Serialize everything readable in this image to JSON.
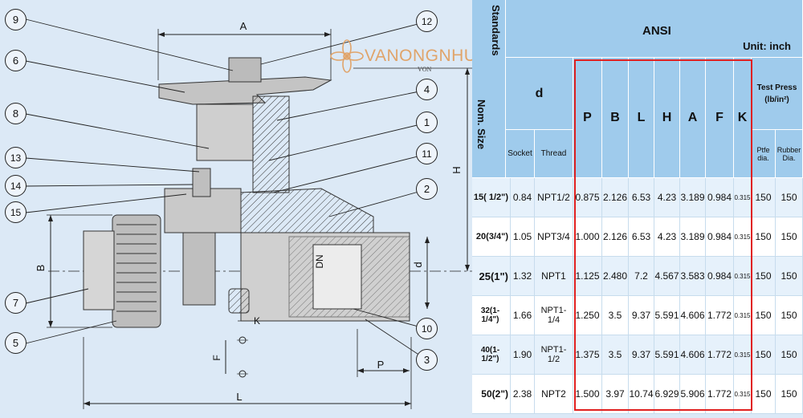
{
  "watermark": {
    "text": "VANONGNHUA.VN",
    "subtext": "VON",
    "color": "#e0a46a"
  },
  "drawing": {
    "callouts": [
      "9",
      "6",
      "8",
      "13",
      "14",
      "15",
      "7",
      "5",
      "12",
      "4",
      "1",
      "11",
      "2",
      "10",
      "3"
    ],
    "dims": {
      "A": "A",
      "H": "H",
      "B": "B",
      "DN": "DN",
      "d": "d",
      "K": "K",
      "F": "F",
      "L": "L",
      "P": "P"
    }
  },
  "table": {
    "standards": "Standards",
    "nom_size": "Nom. Size",
    "ansi": "ANSI",
    "unit": "Unit: inch",
    "d": "d",
    "socket": "Socket",
    "thread": "Thread",
    "cols": [
      "P",
      "B",
      "L",
      "H",
      "A",
      "F",
      "K"
    ],
    "test_press": "Test Press",
    "test_press_unit": "(lb/in²)",
    "ptfe": "Ptfe dia.",
    "rubber": "Rubber Dia.",
    "rows": [
      {
        "size": "15( 1/2\")",
        "socket": "0.84",
        "thread": "NPT1/2",
        "P": "0.875",
        "B": "2.126",
        "L": "6.53",
        "H": "4.23",
        "A": "3.189",
        "F": "0.984",
        "K": "0.315",
        "ptfe": "150",
        "rubber": "150"
      },
      {
        "size": "20(3/4\")",
        "socket": "1.05",
        "thread": "NPT3/4",
        "P": "1.000",
        "B": "2.126",
        "L": "6.53",
        "H": "4.23",
        "A": "3.189",
        "F": "0.984",
        "K": "0.315",
        "ptfe": "150",
        "rubber": "150"
      },
      {
        "size": "25(1\")",
        "socket": "1.32",
        "thread": "NPT1",
        "P": "1.125",
        "B": "2.480",
        "L": "7.2",
        "H": "4.567",
        "A": "3.583",
        "F": "0.984",
        "K": "0.315",
        "ptfe": "150",
        "rubber": "150"
      },
      {
        "size": "32(1-1/4\")",
        "socket": "1.66",
        "thread": "NPT1-1/4",
        "P": "1.250",
        "B": "3.5",
        "L": "9.37",
        "H": "5.591",
        "A": "4.606",
        "F": "1.772",
        "K": "0.315",
        "ptfe": "150",
        "rubber": "150"
      },
      {
        "size": "40(1-1/2\")",
        "socket": "1.90",
        "thread": "NPT1-1/2",
        "P": "1.375",
        "B": "3.5",
        "L": "9.37",
        "H": "5.591",
        "A": "4.606",
        "F": "1.772",
        "K": "0.315",
        "ptfe": "150",
        "rubber": "150"
      },
      {
        "size": "50(2\")",
        "socket": "2.38",
        "thread": "NPT2",
        "P": "1.500",
        "B": "3.97",
        "L": "10.74",
        "H": "6.929",
        "A": "5.906",
        "F": "1.772",
        "K": "0.315",
        "ptfe": "150",
        "rubber": "150"
      }
    ]
  },
  "colors": {
    "header_blue": "#9fcbec",
    "highlight_red": "#e02020",
    "drawing_bg": "#dce9f6"
  }
}
